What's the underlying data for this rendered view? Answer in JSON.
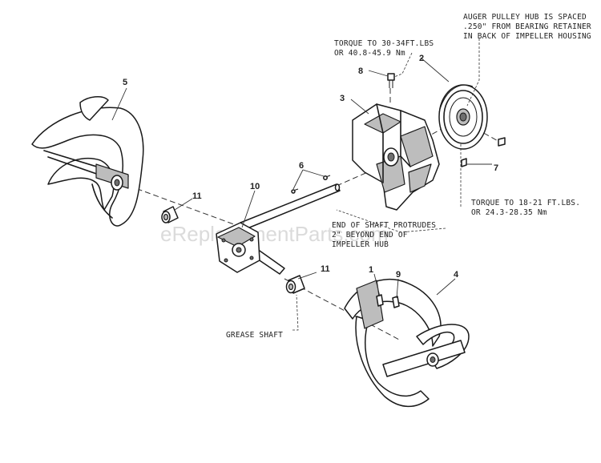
{
  "callouts": {
    "p1": "1",
    "p2": "2",
    "p3": "3",
    "p4": "4",
    "p5": "5",
    "p6": "6",
    "p7": "7",
    "p8": "8",
    "p9": "9",
    "p10": "10",
    "p11a": "11",
    "p11b": "11"
  },
  "notes": {
    "auger_pulley": [
      "AUGER PULLEY HUB IS SPACED",
      ".250\" FROM BEARING RETAINER",
      "IN BACK OF IMPELLER HOUSING"
    ],
    "torque_top": [
      "TORQUE TO 30-34FT.LBS",
      "OR 40.8-45.9 Nm"
    ],
    "torque_bottom": [
      "TORQUE TO 18-21 FT.LBS.",
      "OR 24.3-28.35 Nm"
    ],
    "shaft_end": [
      "END OF SHAFT PROTRUDES",
      "2\" BEYOND END OF",
      "IMPELLER HUB"
    ],
    "grease": "GREASE SHAFT"
  },
  "watermark": "eReplacementParts.com"
}
